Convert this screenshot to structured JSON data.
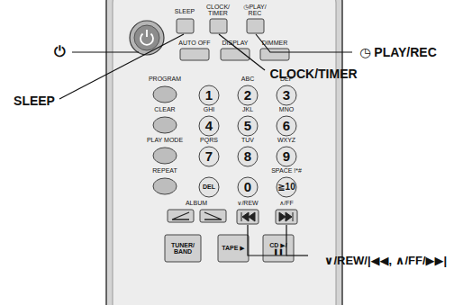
{
  "diagram": {
    "labels": [
      "⏻",
      "SLEEP",
      "CLOCK/TIMER",
      "◷ PLAY/REC",
      "∨/REW/|◀◀, ∧/FF/▶▶|",
      "SLEEP",
      "CLOCK/ TIMER",
      "◷PLAY/ REC",
      "AUTO OFF",
      "DISPLAY",
      "DIMMER",
      "PROGRAM",
      "ABC",
      "DEF",
      "1",
      "2",
      "3",
      "CLEAR",
      "GHI",
      "JKL",
      "MNO",
      "4",
      "5",
      "6",
      "PLAY MODE",
      "PQRS",
      "TUV",
      "WXYZ",
      "7",
      "8",
      "9",
      "REPEAT",
      "SPACE !*#",
      "DEL",
      "0",
      "≧10",
      "ALBUM",
      "∨/REW",
      "∧/FF",
      "TUNER/ BAND",
      "TAPE ▶",
      "CD ▶/❚❚"
    ]
  }
}
